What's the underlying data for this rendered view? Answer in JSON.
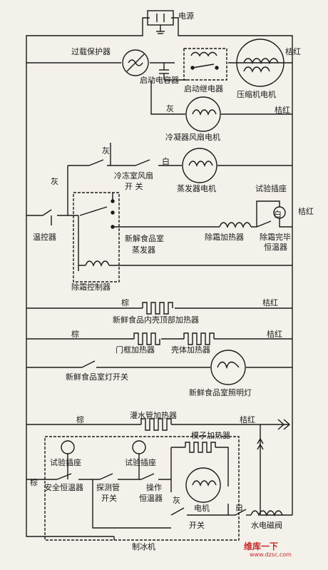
{
  "labels": {
    "power": "电源",
    "overload": "过载保护器",
    "start_cap": "启动电容器",
    "start_relay": "启动继电器",
    "compressor": "压缩机电机",
    "orange_red_1": "桔红",
    "grey_1": "灰",
    "orange_red_2": "桔红",
    "cond_fan": "冷凝器风扇电机",
    "grey_2": "灰",
    "white_1": "白",
    "freezer_fan_sw_1": "冷冻室风扇",
    "freezer_fan_sw_2": "开 关",
    "evap_motor": "蒸发器电机",
    "grey_3": "灰",
    "test_socket_top": "试验插座",
    "white_2": "白",
    "orange_red_3": "桔红",
    "thermostat": "温控器",
    "fresh_evap_1": "新解食品室",
    "fresh_evap_2": "蒸发器",
    "defrost_heater": "除霜加热器",
    "defrost_end_1": "除霜完毕",
    "defrost_end_2": "恒温器",
    "defrost_ctrl": "除霜控制器",
    "brown_1": "棕",
    "orange_red_4": "桔红",
    "top_heater": "新鲜食品内壳顶部加热器",
    "brown_2": "棕",
    "orange_red_5": "桔红",
    "door_heater": "门框加热器",
    "shell_heater": "壳体加热器",
    "light_sw": "新鲜食品室灯开关",
    "light": "新鲜食品室照明灯",
    "pipe_heater": "灌水管加热器",
    "brown_3": "棕",
    "orange_red_6": "桔红",
    "mold_heater": "模子加热器",
    "test_socket_a": "试验插座",
    "test_socket_b": "试验插座",
    "brown_4": "棕",
    "safety_thermo": "安全恒温器",
    "probe_sw_1": "探测管",
    "probe_sw_2": "开关",
    "op_thermo_1": "操作",
    "op_thermo_2": "恒温器",
    "grey_4": "灰",
    "motor": "电机",
    "white_3": "白",
    "switch": "开关",
    "water_valve": "水电磁阀",
    "ice_maker": "制冰机"
  },
  "watermark": {
    "brand": "维库一下",
    "url": "www.dzsc.com"
  },
  "colors": {
    "ink": "#1a1a1a",
    "paper": "#f4f0ea",
    "watermark": "#c62828"
  }
}
